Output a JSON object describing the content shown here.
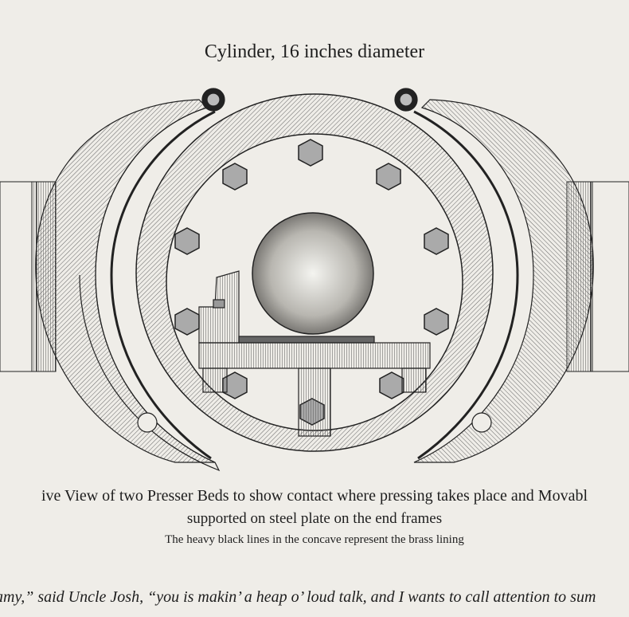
{
  "figure": {
    "title": "Cylinder, 16 inches diameter",
    "caption_line1": "ive View of two Presser Beds to show contact where pressing takes place and Movabl",
    "caption_line2": "supported on steel plate on the end frames",
    "caption_line3": "The heavy black lines in the concave represent the brass lining"
  },
  "body_text": {
    "quote": "amy,” said Uncle Josh, “you is makin’ a heap o’ loud talk, and I wants to call attention to sum"
  }
}
